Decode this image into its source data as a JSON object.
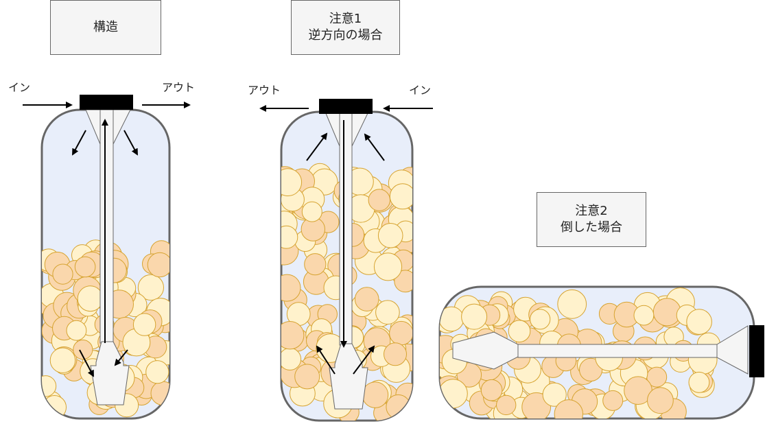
{
  "panels": {
    "structure": {
      "title": "構造",
      "in_label": "イン",
      "out_label": "アウト"
    },
    "reverse": {
      "title_line1": "注意1",
      "title_line2": "逆方向の場合",
      "in_label": "イン",
      "out_label": "アウト"
    },
    "tilted": {
      "title_line1": "注意2",
      "title_line2": "倒した場合"
    }
  },
  "colors": {
    "tank_fill": "#e8eefa",
    "tank_stroke": "#666666",
    "bead_light": "#fff2cc",
    "bead_peach": "#fad7ac",
    "bead_stroke": "#d6a330",
    "cap": "#000000",
    "pipe_fill": "#f5f5f5",
    "pipe_stroke": "#666666",
    "arrow": "#000000"
  }
}
